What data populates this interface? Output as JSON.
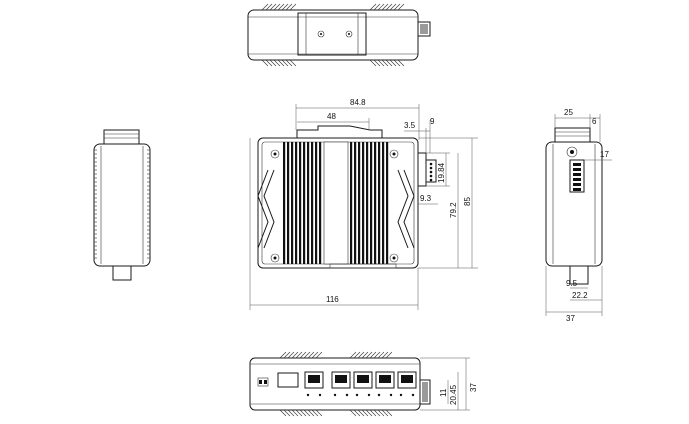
{
  "views": {
    "top": "top-view",
    "left": "left-side-view",
    "front": "front-view",
    "right": "right-side-view",
    "bottom": "bottom-port-view"
  },
  "dimensions": {
    "front_width_top": "84.8",
    "din_rail_width": "48",
    "terminal_offset": "3.5",
    "terminal_gap": "9",
    "terminal_pitch": "19.84",
    "terminal_margin": "9.3",
    "inner_height": "79.2",
    "total_height": "85",
    "total_width": "116",
    "side_top_width": "25",
    "side_top_offset": "6",
    "side_terminal_height": "17",
    "side_bottom_a": "9.5",
    "side_bottom_b": "22.2",
    "side_depth": "37",
    "port_height_a": "11",
    "port_height_b": "20.45",
    "port_height_total": "37"
  }
}
